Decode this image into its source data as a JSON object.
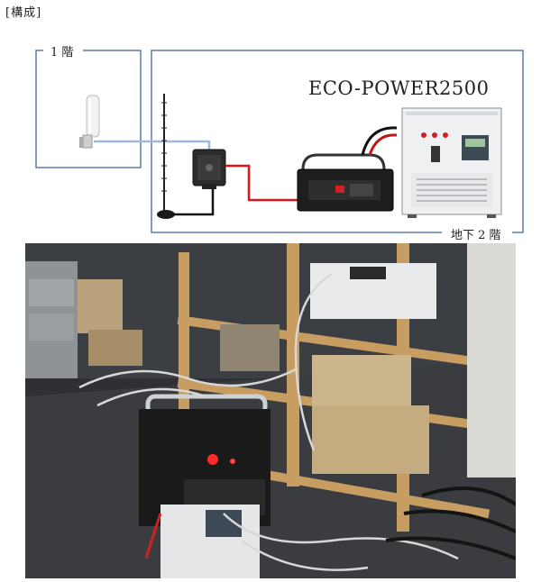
{
  "section_label": "[構成]",
  "floor1_label": "1 階",
  "basement_label": "地下 2 階",
  "product_title": "ECO-POWER2500",
  "colors": {
    "frame_line": "#5f7aa8",
    "coax_blue": "#9fb8dc",
    "power_red": "#e0141e",
    "cable_black": "#111111",
    "photo_floor": "#3a3c3f",
    "shelf_wood": "#c79d62",
    "box_cardboard": "#cbb58d",
    "unit_white": "#e4e6e8"
  },
  "icons": [
    "outdoor-antenna-icon",
    "whip-antenna-icon",
    "signal-booster-icon",
    "battery-unit-icon",
    "inverter-cabinet-icon"
  ]
}
